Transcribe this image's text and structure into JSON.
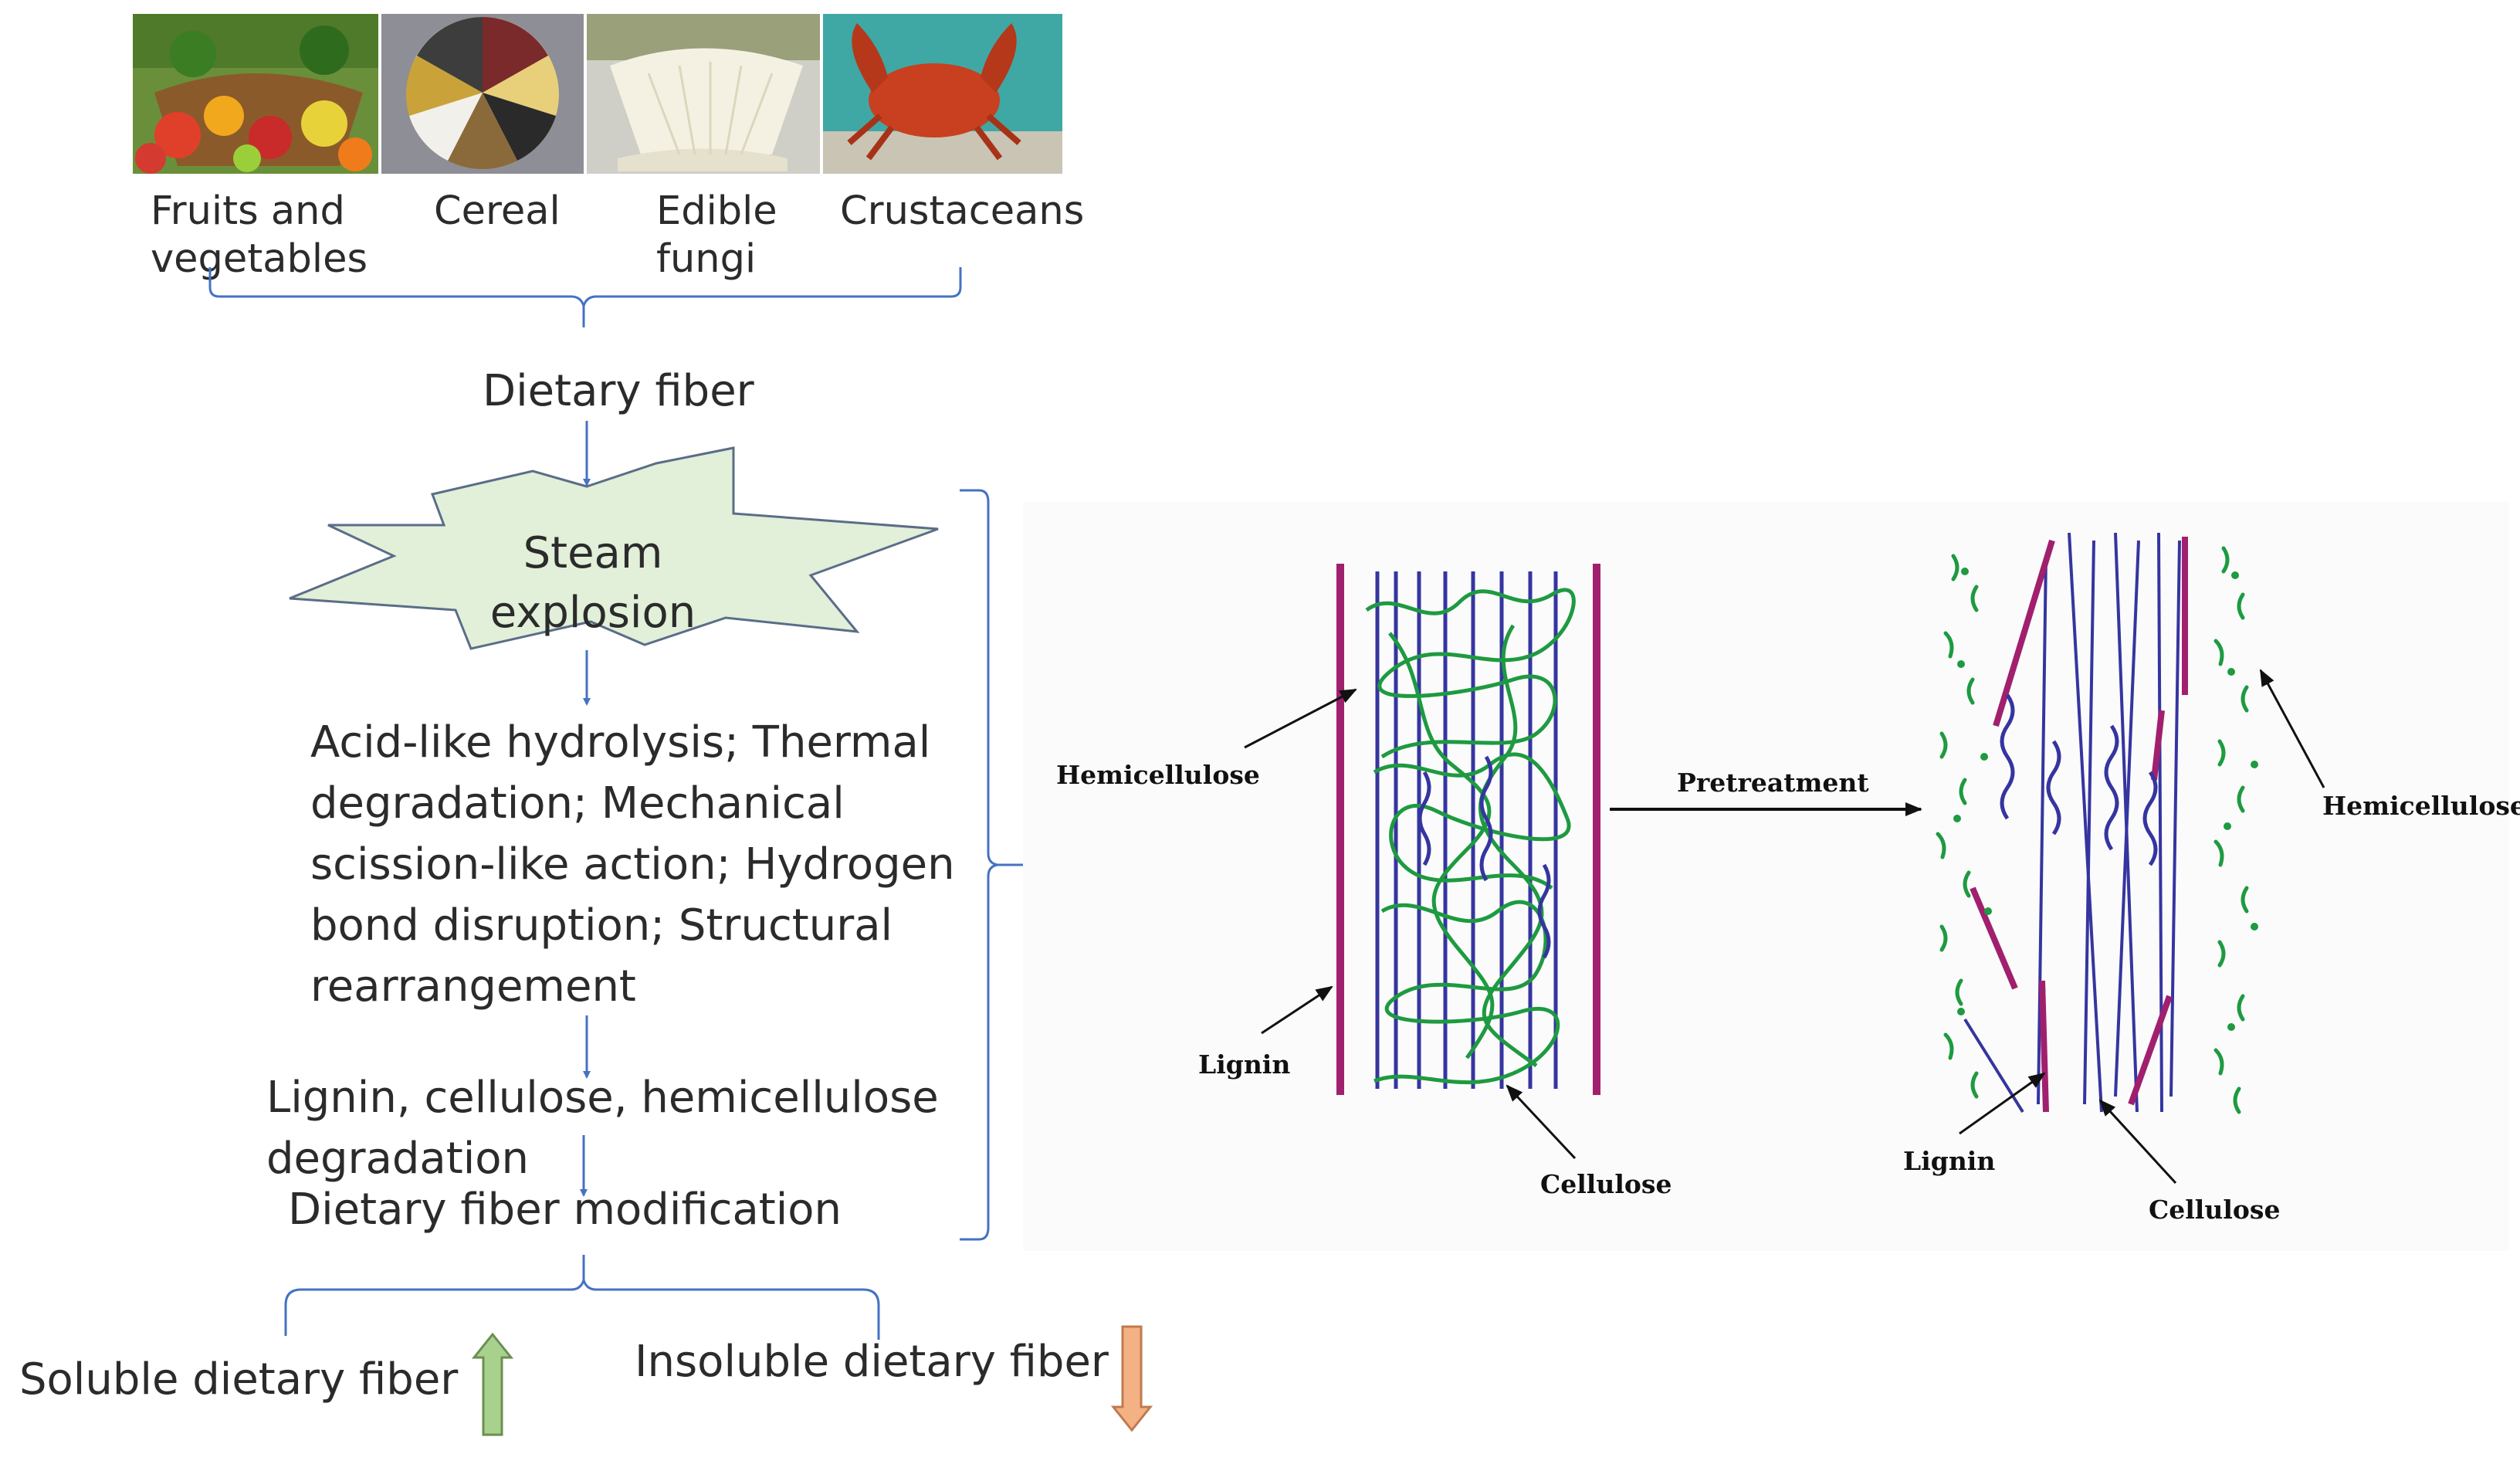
{
  "sources": {
    "fruits_line1": "Fruits and",
    "fruits_line2": "vegetables",
    "cereal": "Cereal",
    "fungi_line1": "Edible",
    "fungi_line2": "fungi",
    "crustaceans": "Crustaceans"
  },
  "flow": {
    "dietary_fiber": "Dietary fiber",
    "steam_line1": "Steam",
    "steam_line2": "explosion",
    "mechanisms": [
      "Acid-like hydrolysis; Thermal",
      "degradation; Mechanical",
      "scission-like action; Hydrogen",
      "bond disruption;  Structural",
      "rearrangement"
    ],
    "degradation_line1": "Lignin, cellulose, hemicellulose",
    "degradation_line2": "degradation",
    "modification": "Dietary fiber modification",
    "soluble": "Soluble dietary fiber",
    "insoluble": "Insoluble dietary fiber"
  },
  "structure": {
    "hemicellulose_left": "Hemicellulose",
    "lignin_left": "Lignin",
    "cellulose_left": "Cellulose",
    "pretreatment": "Pretreatment",
    "hemicellulose_right": "Hemicellulose",
    "lignin_right": "Lignin",
    "cellulose_right": "Cellulose"
  },
  "colors": {
    "arrow_blue": "#4472c4",
    "starburst_fill": "#e2efd9",
    "up_arrow": "#a9d18e",
    "down_arrow": "#f4b183",
    "lignin_magenta": "#a0206e",
    "cellulose_blue": "#3535a0",
    "hemicellulose_green": "#1e9a40"
  }
}
